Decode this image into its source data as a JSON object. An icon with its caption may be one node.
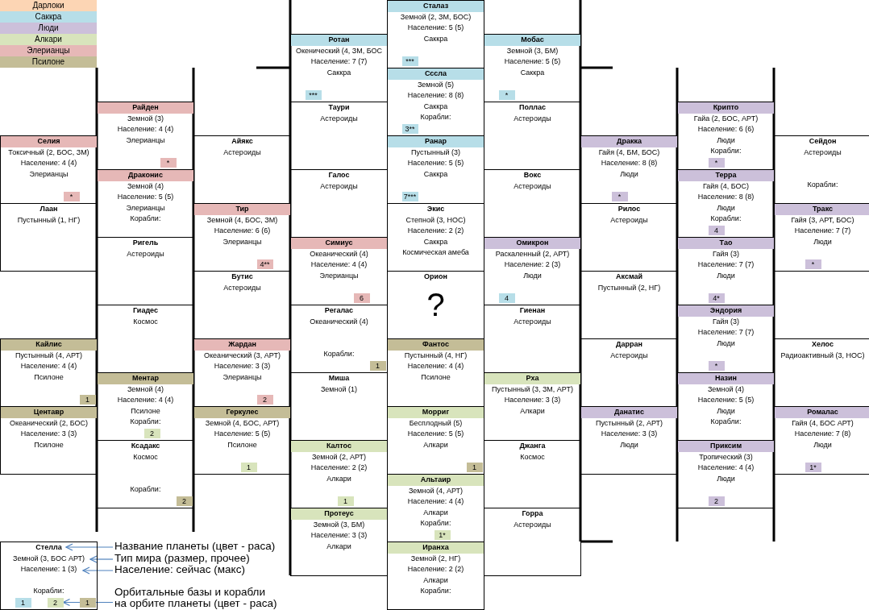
{
  "diagram": {
    "nodes": [
      {
        "text": [
          "Сталаз",
          "Земной (2, ЗМ, БОС)",
          "Население: 5 (5)",
          "Саккра"
        ]
      },
      {
        "text": [
          "Ротан",
          "Окенический (4, ЗМ, БОС",
          "Население: 7 (7)",
          "Саккра"
        ]
      },
      {
        "text": [
          "Мобас",
          "Земной (3, БМ)",
          "Население: 5 (5)",
          "Саккра"
        ]
      },
      {
        "text": [
          "Сссла",
          "Земной (5)",
          "Население: 8 (8)",
          "Саккра",
          "Корабли:"
        ]
      },
      {
        "text": [
          "Райден",
          "Земной (3)",
          "Население: 4 (4)",
          "Элерианцы"
        ]
      },
      {
        "text": [
          "Таури",
          "Астероиды"
        ]
      },
      {
        "text": [
          "Поллас",
          "Астероиды"
        ]
      },
      {
        "text": [
          "Крипто",
          "Гайа (2, БОС, АРТ)",
          "Население: 6 (6)",
          "Люди",
          "Корабли:"
        ]
      },
      {
        "text": [
          "Селия",
          "Токсичный (2, БОС, ЗМ)",
          "Население: 4 (4)",
          "Элерианцы"
        ]
      },
      {
        "text": [
          "Айякс",
          "Астероиды"
        ]
      },
      {
        "text": [
          "Ранар",
          "Пустынный (3)",
          "Население: 5 (5)",
          "Саккра"
        ]
      },
      {
        "text": [
          "Дракка",
          "Гайя (4, БМ, БОС)",
          "Население: 8 (8)",
          "Люди"
        ]
      },
      {
        "text": [
          "Сейдон",
          "Астероиды",
          "Корабли:"
        ]
      },
      {
        "text": [
          "Драконис",
          "Земной (4)",
          "Население: 5 (5)",
          "Элерианцы",
          "Корабли:"
        ]
      },
      {
        "text": [
          "Галос",
          "Астероиды"
        ]
      },
      {
        "text": [
          "Вокс",
          "Астероиды"
        ]
      },
      {
        "text": [
          "Терра",
          "Гайя (4, БОС)",
          "Население: 8 (8)",
          "Люди",
          "Корабли:"
        ]
      },
      {
        "text": [
          "Лаан",
          "Пустынный (1, НГ)"
        ]
      },
      {
        "text": [
          "Тир",
          "Земной (4, БОС, ЗМ)",
          "Население: 6 (6)",
          "Элерианцы"
        ]
      },
      {
        "text": [
          "Экис",
          "Степной (3, НОС)",
          "Население: 2 (2)",
          "Саккра",
          "Космическая амеба"
        ]
      },
      {
        "text": [
          "Рилос",
          "Астероиды"
        ]
      },
      {
        "text": [
          "Тракс",
          "Гайя (3, АРТ, БОС)",
          "Население: 7 (7)",
          "Люди"
        ]
      },
      {
        "text": [
          "Ригель",
          "Астероиды"
        ]
      },
      {
        "text": [
          "Симиус",
          "Океанический (4)",
          "Население: 4 (4)",
          "Элерианцы"
        ]
      },
      {
        "text": [
          "Омикрон",
          "Раскаленный (2, АРТ)",
          "Население: 2 (3)",
          "Люди"
        ]
      },
      {
        "text": [
          "Тао",
          "Гайя (3)",
          "Население: 7 (7)",
          "Люди"
        ]
      },
      {
        "text": [
          "Бутис",
          "Астероиды"
        ]
      },
      {
        "text": [
          "Орион",
          "?"
        ]
      },
      {
        "text": [
          "Аксмай",
          "Пустынный (2, НГ)"
        ]
      },
      {
        "text": [
          "Гиадес",
          "Космос"
        ]
      },
      {
        "text": [
          "Регалас",
          "Океанический (4)",
          "Корабли:"
        ]
      },
      {
        "text": [
          "Гиенан",
          "Астероиды"
        ]
      },
      {
        "text": [
          "Эндория",
          "Гайя (3)",
          "Население: 7 (7)",
          "Люди"
        ]
      },
      {
        "text": [
          "Кайлис",
          "Пустынный (4, АРТ)",
          "Население: 4 (4)",
          "Псилоне"
        ]
      },
      {
        "text": [
          "Жардан",
          "Океанический (3, АРТ)",
          "Население: 3 (3)",
          "Элерианцы"
        ]
      },
      {
        "text": [
          "Фантос",
          "Пустынный (4, НГ)",
          "Население: 4 (4)",
          "Псилоне"
        ]
      },
      {
        "text": [
          "Дарран",
          "Астероиды"
        ]
      },
      {
        "text": [
          "Хелос",
          "Радиоактивный (3, НОС)"
        ]
      },
      {
        "text": [
          "Ментар",
          "Земной (4)",
          "Население: 4 (4)",
          "Псилоне",
          "Корабли:"
        ]
      },
      {
        "text": [
          "Миша",
          "Земной (1)"
        ]
      },
      {
        "text": [
          "Рха",
          "Пустынный (3, ЗМ, АРТ)",
          "Население: 3 (3)",
          "Алкари"
        ]
      },
      {
        "text": [
          "Назин",
          "Земной (4)",
          "Население: 5 (5)",
          "Люди",
          "Корабли:"
        ]
      },
      {
        "text": [
          "Центавр",
          "Океанический (2, БОС)",
          "Население: 3 (3)",
          "Псилоне"
        ]
      },
      {
        "text": [
          "Геркулес",
          "Земной (4, БОС, АРТ)",
          "Население: 5 (5)",
          "Псилоне"
        ]
      },
      {
        "text": [
          "Морриг",
          "Бесплодный (5)",
          "Население: 5 (5)",
          "Алкари"
        ]
      },
      {
        "text": [
          "Данатис",
          "Пустынный (2, АРТ)",
          "Население: 3 (3)",
          "Люди"
        ]
      },
      {
        "text": [
          "Ромалас",
          "Гайя (4, БОС АРТ)",
          "Население: 7 (8)",
          "Люди"
        ]
      },
      {
        "text": [
          "Ксадакс",
          "Космос",
          "Корабли:"
        ]
      },
      {
        "text": [
          "Калтос",
          "Земной (2, АРТ)",
          "Население: 2 (2)",
          "Алкари"
        ]
      },
      {
        "text": [
          "Джанга",
          "Космос"
        ]
      },
      {
        "text": [
          "Приксим",
          "Тропический (3)",
          "Население: 4 (4)",
          "Люди"
        ]
      },
      {
        "text": [
          "Альтаир",
          "Земной (4, АРТ)",
          "Население: 4 (4)",
          "Алкари",
          "Корабли:"
        ]
      },
      {
        "text": [
          "Протеус",
          "Земной (3, БМ)",
          "Население: 3 (3)",
          "Алкари"
        ]
      },
      {
        "text": [
          "Горра",
          "Астероиды"
        ]
      },
      {
        "text": [
          "Стелла",
          "Земной (3, БОС АРТ)",
          "Население: 1 (3)",
          "Корабли:"
        ]
      },
      {
        "text": [
          "Иранха",
          "Земной (2, НГ)",
          "Население: 2 (2)",
          "Алкари",
          "Корабли:"
        ]
      },
      {
        "text": [
          "Название планеты (цвет - раса)"
        ]
      },
      {
        "text": [
          "Тип мира (размер, прочее)"
        ]
      },
      {
        "text": [
          "Население: сейчас (макс)"
        ]
      },
      {
        "text": [
          "Орбитальные базы и корабли на орбите планеты (цвет - раса)"
        ]
      },
      {
        "text": [
          "***"
        ],
        "in": 0
      },
      {
        "text": [
          "***"
        ],
        "in": 1
      },
      {
        "text": [
          "*"
        ],
        "in": 2
      },
      {
        "text": [
          "3**"
        ],
        "in": 3
      },
      {
        "text": [
          "*"
        ],
        "in": 4
      },
      {
        "text": [
          "*"
        ],
        "in": 7
      },
      {
        "text": [
          "*"
        ],
        "in": 8
      },
      {
        "text": [
          "7***"
        ],
        "in": 10
      },
      {
        "text": [
          "*"
        ],
        "in": 11
      },
      {
        "text": [
          "4"
        ],
        "in": 16
      },
      {
        "text": [
          "4**"
        ],
        "in": 18
      },
      {
        "text": [
          "*"
        ],
        "in": 21
      },
      {
        "text": [
          "6"
        ],
        "in": 23
      },
      {
        "text": [
          "4"
        ],
        "in": 24
      },
      {
        "text": [
          "4*"
        ],
        "in": 25
      },
      {
        "text": [
          "1"
        ],
        "in": 30
      },
      {
        "text": [
          "*"
        ],
        "in": 32
      },
      {
        "text": [
          "1"
        ],
        "in": 33
      },
      {
        "text": [
          "2"
        ],
        "in": 34
      },
      {
        "text": [
          "2"
        ],
        "in": 38
      },
      {
        "text": [
          "1"
        ],
        "in": 43
      },
      {
        "text": [
          "1"
        ],
        "in": 44
      },
      {
        "text": [
          "1*"
        ],
        "in": 46
      },
      {
        "text": [
          "2"
        ],
        "in": 47
      },
      {
        "text": [
          "1"
        ],
        "in": 48
      },
      {
        "text": [
          "2"
        ],
        "in": 50
      },
      {
        "text": [
          "1*"
        ],
        "in": 51
      },
      {
        "text": [
          "1"
        ],
        "in": 54
      },
      {
        "text": [
          "2"
        ],
        "in": 54
      },
      {
        "text": [
          "1"
        ],
        "in": 54
      }
    ],
    "edges": [
      {
        "from": 56,
        "to": 54,
        "arrow": "to"
      },
      {
        "from": 57,
        "to": 54,
        "arrow": "to"
      },
      {
        "from": 58,
        "to": 54,
        "arrow": "to"
      },
      {
        "from": 59,
        "to": 88,
        "arrow": "to"
      }
    ],
    "legend": [
      {
        "text": "Дарлоки",
        "color": "#fcd5b4"
      },
      {
        "text": "Саккра",
        "color": "#b7dee8"
      },
      {
        "text": "Люди",
        "color": "#ccc0da"
      },
      {
        "text": "Алкари",
        "color": "#d8e4bc"
      },
      {
        "text": "Элерианцы",
        "color": "#e6b8b7"
      },
      {
        "text": "Псилоне",
        "color": "#c4bd97"
      }
    ]
  }
}
